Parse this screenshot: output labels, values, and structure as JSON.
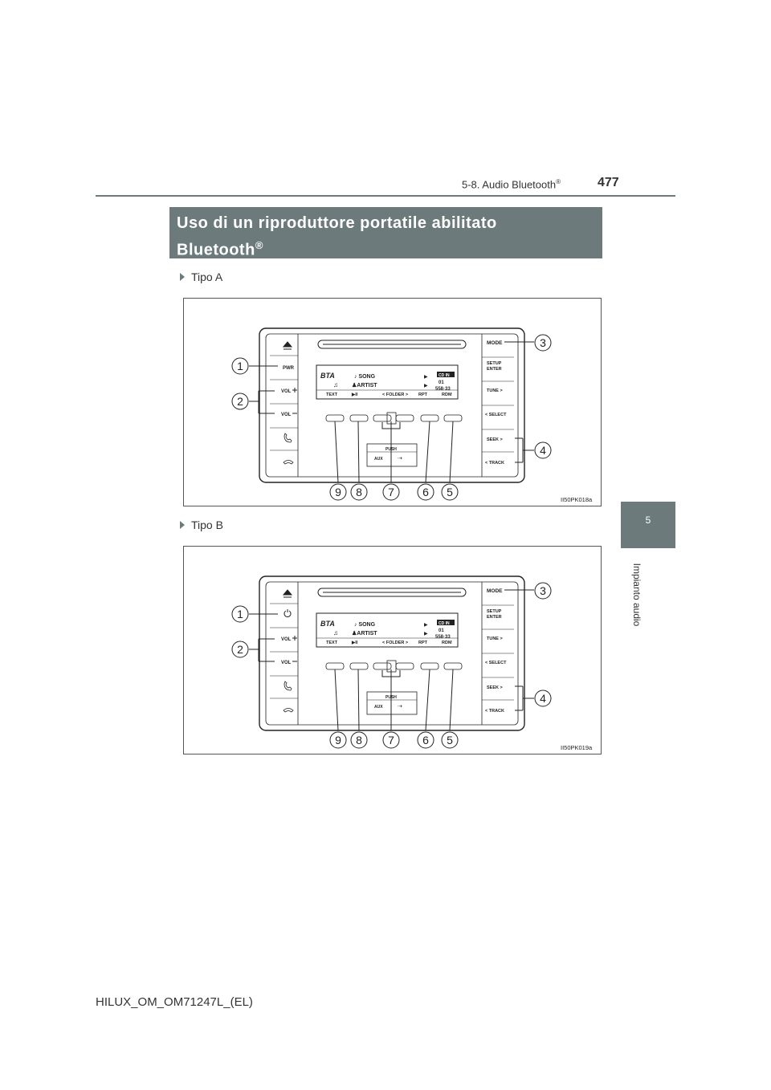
{
  "header": {
    "section": "5-8. Audio Bluetooth",
    "section_mark": "®",
    "page_number": "477"
  },
  "side_tab": {
    "chapter_number": "5",
    "chapter_label": "Impianto audio"
  },
  "title": {
    "line1": "Uso di un riproduttore portatile abilitato",
    "line2": "Bluetooth",
    "mark": "®"
  },
  "figures": [
    {
      "bullet": "Tipo A",
      "power_label": "PWR",
      "figure_id": "II50PK018a"
    },
    {
      "bullet": "Tipo B",
      "power_label": "",
      "figure_id": "II50PK019a"
    }
  ],
  "unit_labels": {
    "mode": "MODE",
    "setup": "SETUP",
    "enter": "ENTER",
    "tune": "TUNE",
    "select": "SELECT",
    "seek": "SEEK",
    "track": "TRACK",
    "vol_up": "VOL",
    "vol_down": "VOL",
    "push": "PUSH",
    "aux": "AUX",
    "display_source": "BTA",
    "display_song": "SONG",
    "display_artist": "ARTIST",
    "display_cd_in": "CD IN",
    "display_disc": "01",
    "display_time": "558·33",
    "softkeys": [
      "TEXT",
      "▶II",
      "< FOLDER >",
      "RPT",
      "RDM"
    ]
  },
  "callouts": [
    "1",
    "2",
    "3",
    "4",
    "5",
    "6",
    "7",
    "8",
    "9"
  ],
  "footer": {
    "model": "HILUX_OM_OM71247L_(EL)"
  },
  "colors": {
    "accent": "#6c7a7b",
    "text": "#222222"
  }
}
